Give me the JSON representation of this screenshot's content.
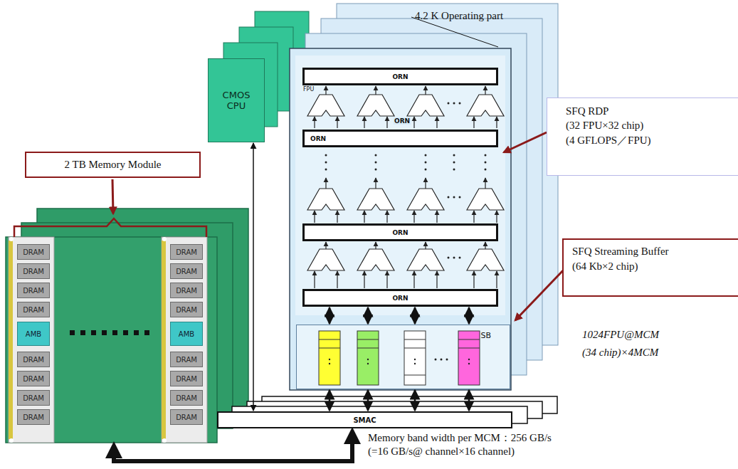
{
  "diagram": {
    "nodes": [
      {
        "text": [
          "2 TB Memory Module"
        ]
      },
      {
        "text": [
          "DRAM"
        ]
      },
      {
        "text": [
          "DRAM"
        ]
      },
      {
        "text": [
          "DRAM"
        ]
      },
      {
        "text": [
          "DRAM"
        ]
      },
      {
        "text": [
          "AMB"
        ]
      },
      {
        "text": [
          "DRAM"
        ]
      },
      {
        "text": [
          "DRAM"
        ]
      },
      {
        "text": [
          "DRAM"
        ]
      },
      {
        "text": [
          "DRAM"
        ]
      },
      {
        "text": [
          "DRAM"
        ]
      },
      {
        "text": [
          "DRAM"
        ]
      },
      {
        "text": [
          "DRAM"
        ]
      },
      {
        "text": [
          "DRAM"
        ]
      },
      {
        "text": [
          "AMB"
        ]
      },
      {
        "text": [
          "DRAM"
        ]
      },
      {
        "text": [
          "DRAM"
        ]
      },
      {
        "text": [
          "DRAM"
        ]
      },
      {
        "text": [
          "DRAM"
        ]
      },
      {
        "text": [
          "CMOS CPU"
        ]
      },
      {
        "text": [
          "ORN"
        ]
      },
      {
        "text": [
          "ORN"
        ]
      },
      {
        "text": [
          "ORN"
        ]
      },
      {
        "text": [
          "ORN"
        ]
      },
      {
        "text": [
          "SFQ RDP",
          "(32 FPU×32 chip)",
          "(4 GFLOPS／FPU)"
        ]
      },
      {
        "text": [
          "SFQ Streaming Buffer",
          "(64 Kb×2 chip)"
        ]
      },
      {
        "text": [
          "SB"
        ]
      },
      {
        "text": [
          "SMAC"
        ]
      }
    ],
    "edges": [
      {
        "from": 19,
        "to": 27,
        "arrow": "both"
      },
      {
        "from": 23,
        "to": 26,
        "arrow": "both"
      },
      {
        "from": 23,
        "to": 26,
        "arrow": "both"
      },
      {
        "from": 23,
        "to": 26,
        "arrow": "both"
      },
      {
        "from": 23,
        "to": 26,
        "arrow": "both"
      },
      {
        "from": 26,
        "to": 27,
        "arrow": "both"
      },
      {
        "from": 26,
        "to": 27,
        "arrow": "both"
      },
      {
        "from": 26,
        "to": 27,
        "arrow": "both"
      },
      {
        "from": 26,
        "to": 27,
        "arrow": "both"
      }
    ],
    "labels": [
      "4.2 K Operating part",
      "FPU",
      "ORN",
      "1024FPU@MCM",
      "(34 chip)×4MCM",
      "Memory band width per MCM：256 GB/s",
      "(=16 GB/s@ channel×16 channel)"
    ]
  }
}
